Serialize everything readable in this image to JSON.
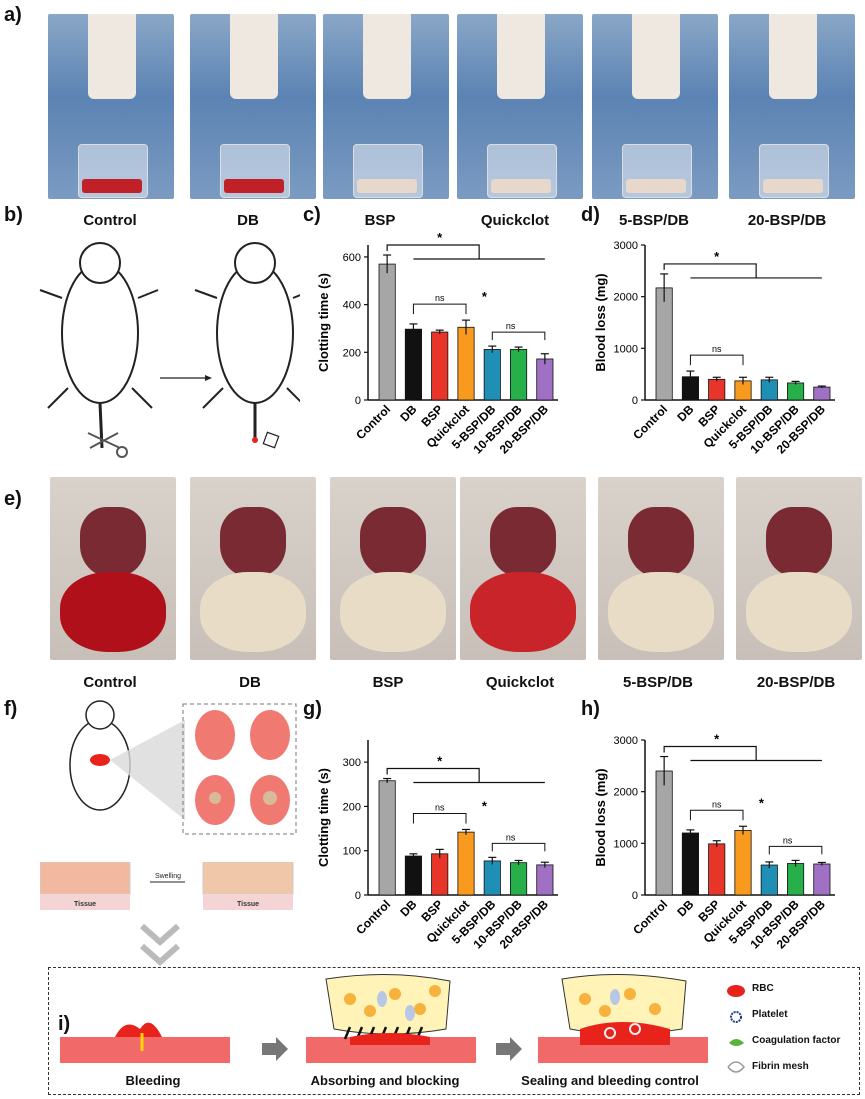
{
  "panels": {
    "a": "a)",
    "b": "b)",
    "c": "c)",
    "d": "d)",
    "e": "e)",
    "f": "f)",
    "g": "g)",
    "h": "h)",
    "i": "i)"
  },
  "row_a_captions": [
    "Control",
    "DB",
    "BSP",
    "Quickclot",
    "5-BSP/DB",
    "20-BSP/DB"
  ],
  "row_e_captions": [
    "Control",
    "DB",
    "BSP",
    "Quickclot",
    "5-BSP/DB",
    "20-BSP/DB"
  ],
  "panel_f": {
    "swelling": "Swelling",
    "tissue_left": "Tissue",
    "tissue_right": "Tissue"
  },
  "panel_i": {
    "steps": [
      "Bleeding",
      "Absorbing and blocking",
      "Sealing and  bleeding control"
    ],
    "legend": [
      "RBC",
      "Platelet",
      "Coagulation factor",
      "Fibrin mesh"
    ]
  },
  "colors": {
    "gray": "#a6a6a6",
    "black": "#111111",
    "red": "#e8352a",
    "orange": "#f79a1e",
    "blue": "#1f8fb5",
    "green": "#27b04a",
    "purple": "#a070c4",
    "tissue": "#f08c8c",
    "blood": "#e8231c",
    "gel": "#fff3b8"
  },
  "chart_data": [
    {
      "id": "c",
      "type": "bar",
      "ylabel": "Clotting time (s)",
      "ylim": [
        0,
        650
      ],
      "yticks": [
        0,
        200,
        400,
        600
      ],
      "categories": [
        "Control",
        "DB",
        "BSP",
        "Quickclot",
        "5-BSP/DB",
        "10-BSP/DB",
        "20-BSP/DB"
      ],
      "values": [
        570,
        297,
        285,
        305,
        212,
        212,
        172
      ],
      "errors": [
        38,
        22,
        8,
        30,
        14,
        10,
        22
      ],
      "significance": [
        "*",
        "ns",
        "*",
        "ns"
      ]
    },
    {
      "id": "d",
      "type": "bar",
      "ylabel": "Blood loss (mg)",
      "ylim": [
        0,
        3000
      ],
      "yticks": [
        0,
        1000,
        2000,
        3000
      ],
      "categories": [
        "Control",
        "DB",
        "BSP",
        "Quickclot",
        "5-BSP/DB",
        "10-BSP/DB",
        "20-BSP/DB"
      ],
      "values": [
        2170,
        450,
        400,
        370,
        390,
        330,
        250
      ],
      "errors": [
        270,
        110,
        40,
        70,
        50,
        30,
        20
      ],
      "significance": [
        "*",
        "ns"
      ]
    },
    {
      "id": "g",
      "type": "bar",
      "ylabel": "Clotting time (s)",
      "ylim": [
        0,
        350
      ],
      "yticks": [
        0,
        100,
        200,
        300
      ],
      "categories": [
        "Control",
        "DB",
        "BSP",
        "Quickclot",
        "5-BSP/DB",
        "10-BSP/DB",
        "20-BSP/DB"
      ],
      "values": [
        258,
        88,
        93,
        142,
        77,
        73,
        68
      ],
      "errors": [
        5,
        5,
        10,
        6,
        8,
        5,
        6
      ],
      "significance": [
        "*",
        "ns",
        "*",
        "*",
        "ns"
      ]
    },
    {
      "id": "h",
      "type": "bar",
      "ylabel": "Blood loss (mg)",
      "ylim": [
        0,
        3000
      ],
      "yticks": [
        0,
        1000,
        2000,
        3000
      ],
      "categories": [
        "Control",
        "DB",
        "BSP",
        "Quickclot",
        "5-BSP/DB",
        "10-BSP/DB",
        "20-BSP/DB"
      ],
      "values": [
        2400,
        1200,
        990,
        1250,
        580,
        610,
        600
      ],
      "errors": [
        280,
        60,
        60,
        80,
        60,
        60,
        30
      ],
      "significance": [
        "*",
        "ns",
        "*",
        "ns"
      ]
    }
  ]
}
